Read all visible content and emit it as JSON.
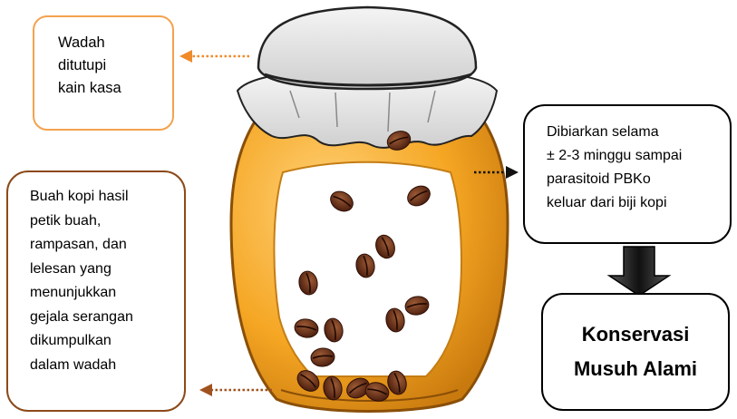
{
  "annotations": {
    "cloth": "Wadah\nditutupi\nkain kasa",
    "fruit": "Buah kopi hasil\npetik buah,\nrampasan, dan\nlelesan yang\nmenunjukkan\ngejala serangan\ndikumpulkan\ndalam wadah",
    "wait": "Dibiarkan selama\n± 2-3 minggu sampai\nparasitoid PBKo\nkeluar dari biji kopi",
    "conservation": "Konservasi\nMusuh Alami"
  },
  "colors": {
    "jar_orange": "#f5a623",
    "jar_window": "#ffffff",
    "cloth": "#e6e6e6",
    "coffee_bean": "#6b2f1a",
    "box_cloth_border": "#f4a24e",
    "box_fruit_border": "#8b4a1a",
    "arrow_orange": "#f08a2a",
    "arrow_brown": "#a0521e",
    "arrow_dark": "#111111"
  },
  "icons": [
    "jar-illustration",
    "cloth-cover-icon",
    "coffee-bean-icon",
    "down-arrow-icon"
  ]
}
